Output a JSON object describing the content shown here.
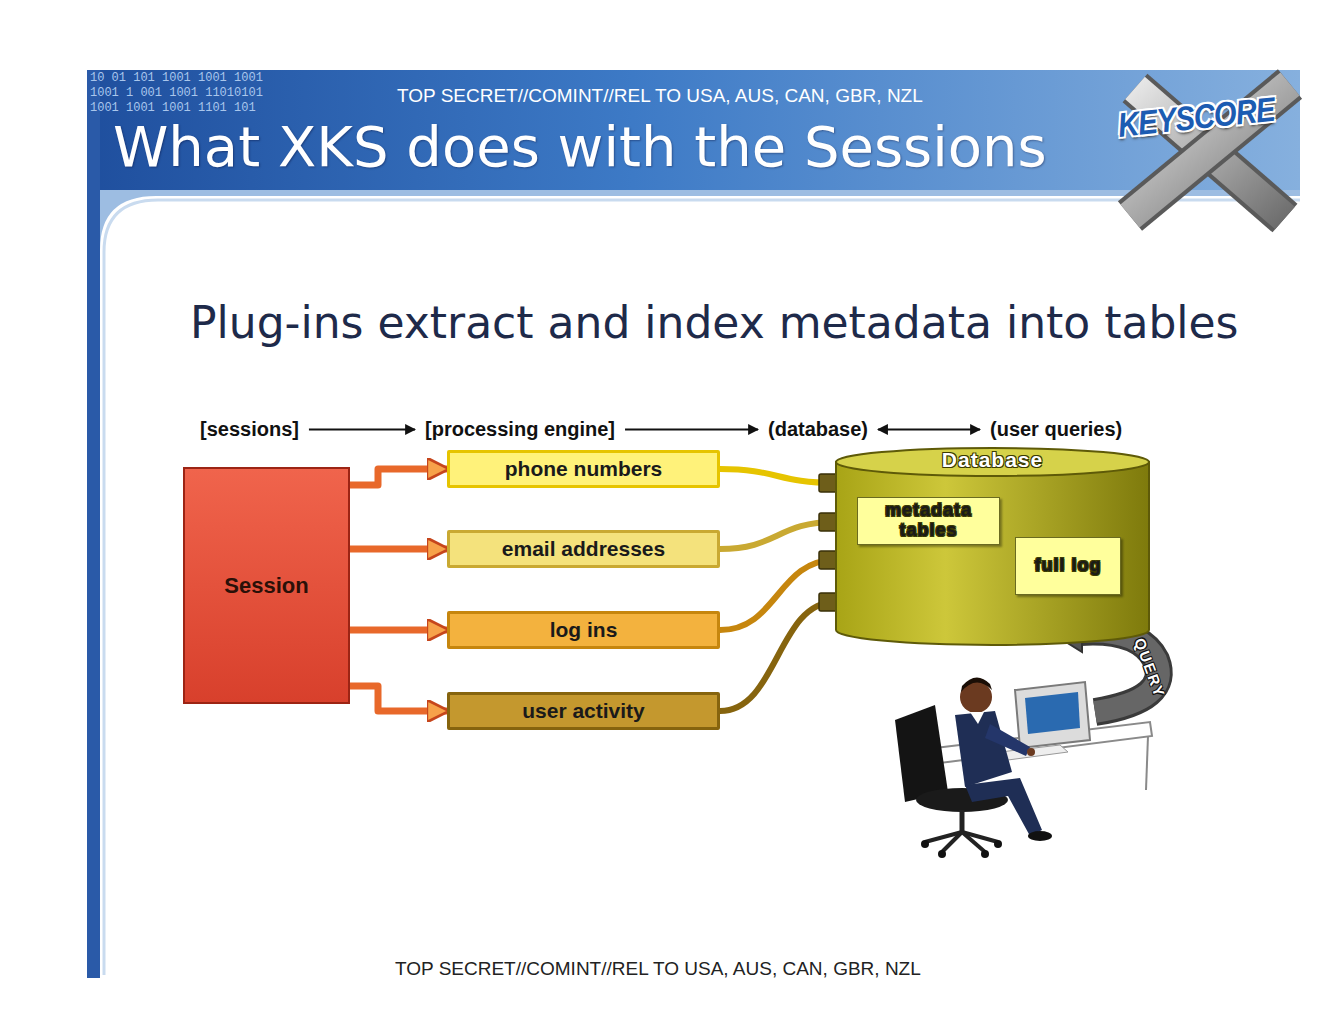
{
  "diagram": {
    "title": "What XKS does with the Sessions",
    "nodes": [
      {
        "text": [
          "Session"
        ]
      },
      {
        "text": [
          "phone numbers"
        ]
      },
      {
        "text": [
          "email addresses"
        ]
      },
      {
        "text": [
          "log ins"
        ]
      },
      {
        "text": [
          "user activity"
        ]
      },
      {
        "text": [
          "Database"
        ]
      },
      {
        "text": [
          "metadata tables"
        ],
        "in": 5
      },
      {
        "text": [
          "full log"
        ],
        "in": 5
      }
    ],
    "edges": [
      {
        "from": 0,
        "to": 1,
        "arrow": "to"
      },
      {
        "from": 0,
        "to": 2,
        "arrow": "to"
      },
      {
        "from": 0,
        "to": 3,
        "arrow": "to"
      },
      {
        "from": 0,
        "to": 4,
        "arrow": "to"
      },
      {
        "from": 1,
        "to": 5,
        "arrow": "none"
      },
      {
        "from": 2,
        "to": 5,
        "arrow": "none"
      },
      {
        "from": 3,
        "to": 5,
        "arrow": "none"
      },
      {
        "from": 4,
        "to": 5,
        "arrow": "none"
      }
    ],
    "labels": [
      "10 01 101 1001 1001 1001",
      "1001 1 001 1001 11010101",
      "1001 1001 1001 1101 101",
      "TOP SECRET//COMINT//REL TO USA, AUS, CAN, GBR, NZL",
      "KEYSCORE",
      "Plug-ins extract and index metadata into tables",
      "[sessions]",
      "[processing engine]",
      "(database)",
      "(user queries)",
      "QUERY",
      "TOP SECRET//COMINT//REL TO USA, AUS, CAN, GBR, NZL"
    ]
  }
}
